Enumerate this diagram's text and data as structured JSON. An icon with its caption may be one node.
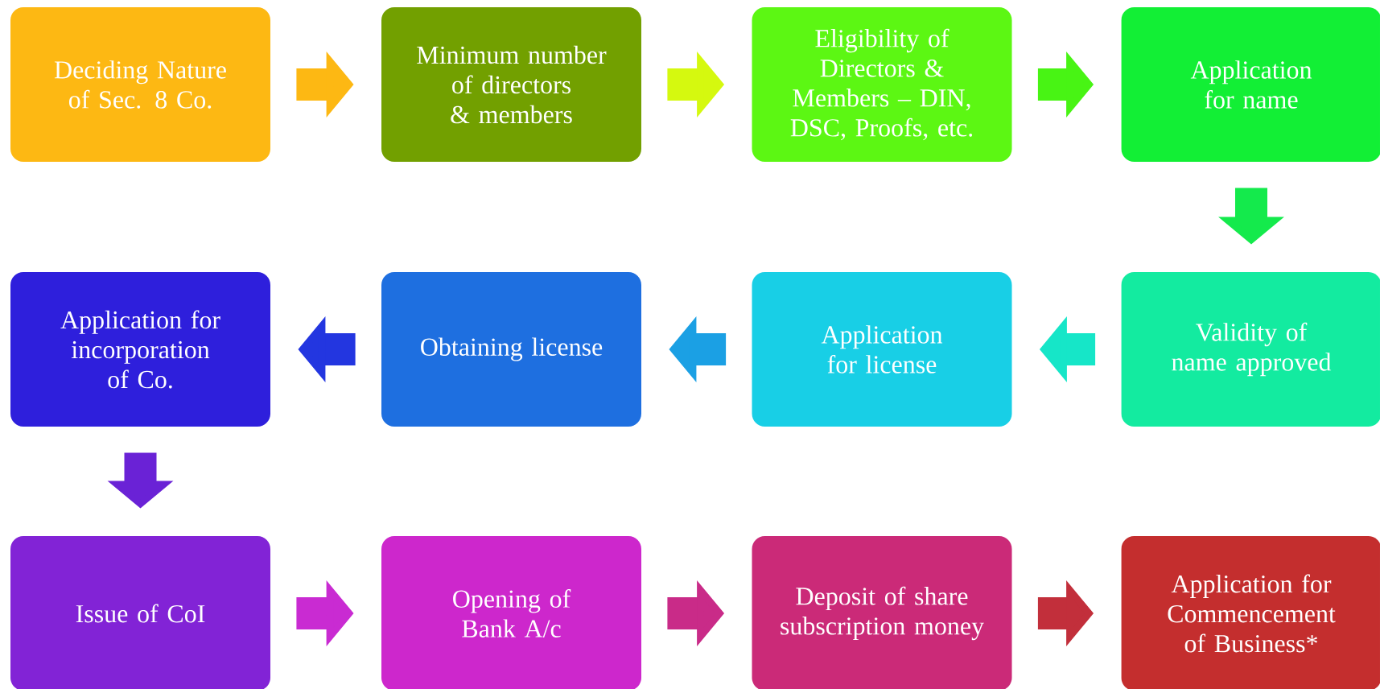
{
  "diagram": {
    "nodes": [
      {
        "text": [
          "Deciding Nature of Sec. 8 Co."
        ]
      },
      {
        "text": [
          "Minimum number of directors & members"
        ]
      },
      {
        "text": [
          "Eligibility of Directors & Members – DIN, DSC, Proofs, etc."
        ]
      },
      {
        "text": [
          "Application for name"
        ]
      },
      {
        "text": [
          "Validity of name approved"
        ]
      },
      {
        "text": [
          "Application for license"
        ]
      },
      {
        "text": [
          "Obtaining license"
        ]
      },
      {
        "text": [
          "Application for incorporation of Co."
        ]
      },
      {
        "text": [
          "Issue of CoI"
        ]
      },
      {
        "text": [
          "Opening of Bank A/c"
        ]
      },
      {
        "text": [
          "Deposit of share subscription money"
        ]
      },
      {
        "text": [
          "Application for Commencement of Business*"
        ]
      }
    ],
    "edges": [
      {
        "from": 0,
        "to": 1,
        "arrow": "to",
        "color": "#fdb813"
      },
      {
        "from": 1,
        "to": 2,
        "arrow": "to",
        "color": "#d5f90f"
      },
      {
        "from": 2,
        "to": 3,
        "arrow": "to",
        "color": "#48f414"
      },
      {
        "from": 3,
        "to": 4,
        "arrow": "to",
        "color": "#14ea4c"
      },
      {
        "from": 4,
        "to": 5,
        "arrow": "to",
        "color": "#16e6c8"
      },
      {
        "from": 5,
        "to": 6,
        "arrow": "to",
        "color": "#1ba0e4"
      },
      {
        "from": 6,
        "to": 7,
        "arrow": "to",
        "color": "#2336e0"
      },
      {
        "from": 7,
        "to": 8,
        "arrow": "to",
        "color": "#6a22d6"
      },
      {
        "from": 8,
        "to": 9,
        "arrow": "to",
        "color": "#c92bd2"
      },
      {
        "from": 9,
        "to": 10,
        "arrow": "to",
        "color": "#c92b88"
      },
      {
        "from": 10,
        "to": 11,
        "arrow": "to",
        "color": "#c22f3b"
      }
    ]
  }
}
